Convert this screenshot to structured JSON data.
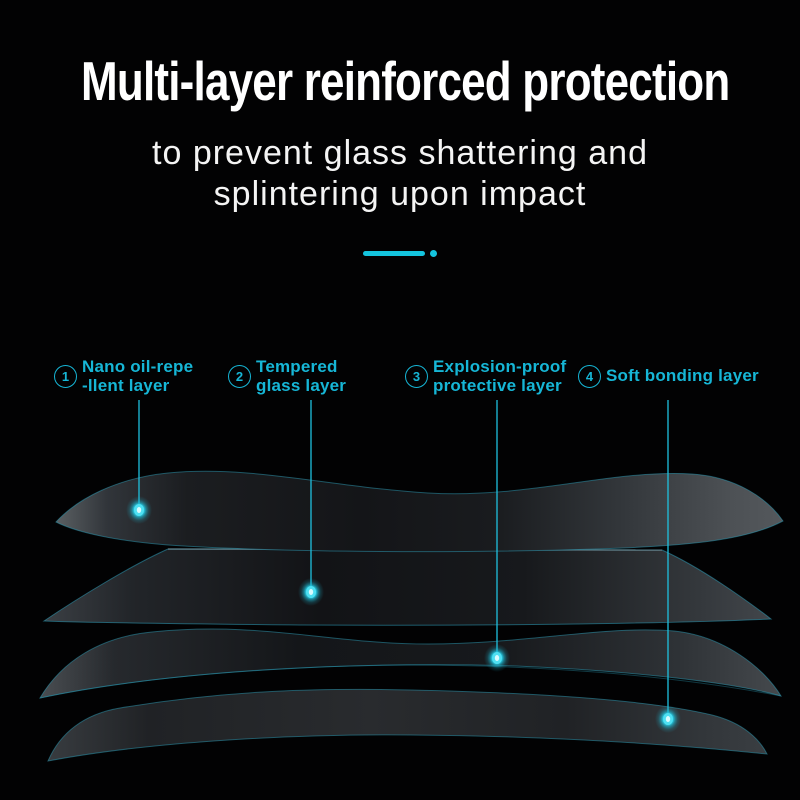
{
  "page": {
    "title": "Multi-layer reinforced protection",
    "subtitle_line1": "to prevent glass shattering and",
    "subtitle_line2": "splintering upon impact"
  },
  "colors": {
    "background": "#020203",
    "title_text": "#ffffff",
    "accent": "#16b6d6",
    "accent_bright": "#14c4de",
    "marker_dot": "#36d9ee",
    "sheet_edge": "#2e9db8"
  },
  "divider": {
    "shape": "bar-with-dot"
  },
  "layers": [
    {
      "number": "1",
      "label_line1": "Nano oil-repe",
      "label_line2": "-llent layer"
    },
    {
      "number": "2",
      "label_line1": "Tempered",
      "label_line2": "glass layer"
    },
    {
      "number": "3",
      "label_line1": "Explosion-proof",
      "label_line2": "protective layer"
    },
    {
      "number": "4",
      "label_line1": "Soft bonding layer",
      "label_line2": ""
    }
  ]
}
